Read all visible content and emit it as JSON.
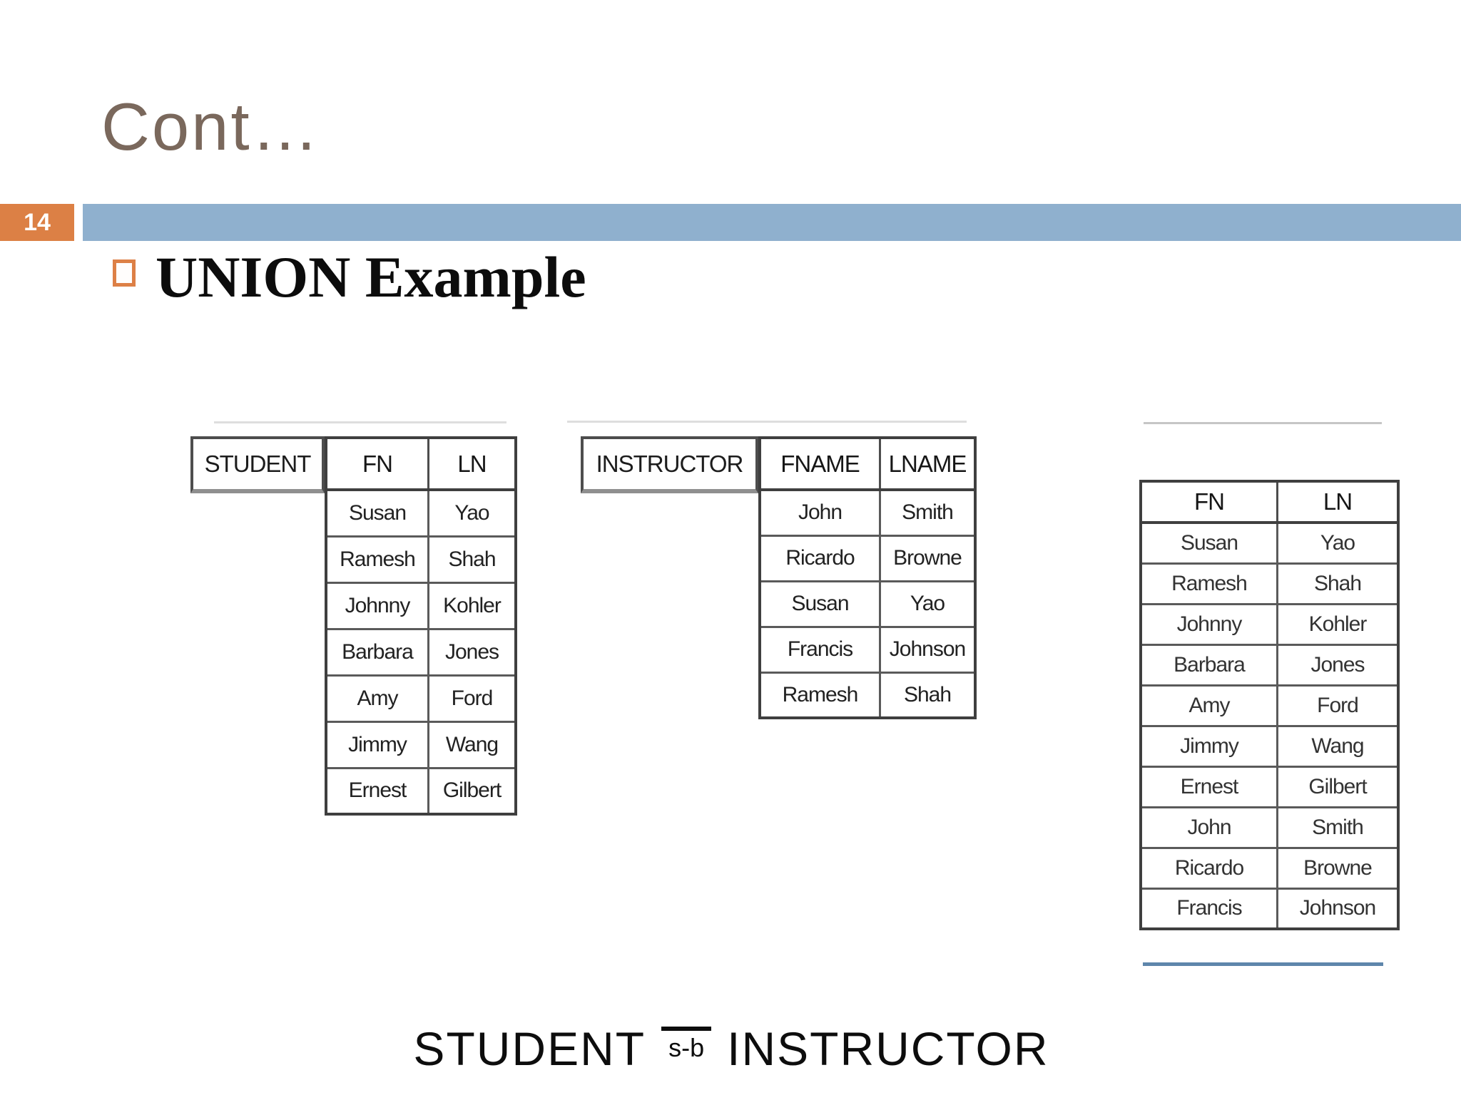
{
  "slide": {
    "title": "Cont…",
    "page_number": "14",
    "bullet_text": "UNION Example",
    "caption": {
      "left": "STUDENT",
      "operator": "s-b",
      "right": "INSTRUCTOR"
    }
  },
  "colors": {
    "accent_orange": "#dc8045",
    "accent_blue": "#8fb0ce",
    "title_brown": "#7a685c",
    "underline_blue": "#5e86ab",
    "table_border_gray": "#4d4d4d"
  },
  "tables": {
    "student": {
      "label": "STUDENT",
      "columns": [
        "FN",
        "LN"
      ],
      "rows": [
        [
          "Susan",
          "Yao"
        ],
        [
          "Ramesh",
          "Shah"
        ],
        [
          "Johnny",
          "Kohler"
        ],
        [
          "Barbara",
          "Jones"
        ],
        [
          "Amy",
          "Ford"
        ],
        [
          "Jimmy",
          "Wang"
        ],
        [
          "Ernest",
          "Gilbert"
        ]
      ]
    },
    "instructor": {
      "label": "INSTRUCTOR",
      "columns": [
        "FNAME",
        "LNAME"
      ],
      "rows": [
        [
          "John",
          "Smith"
        ],
        [
          "Ricardo",
          "Browne"
        ],
        [
          "Susan",
          "Yao"
        ],
        [
          "Francis",
          "Johnson"
        ],
        [
          "Ramesh",
          "Shah"
        ]
      ]
    },
    "result": {
      "label": "",
      "columns": [
        "FN",
        "LN"
      ],
      "rows": [
        [
          "Susan",
          "Yao"
        ],
        [
          "Ramesh",
          "Shah"
        ],
        [
          "Johnny",
          "Kohler"
        ],
        [
          "Barbara",
          "Jones"
        ],
        [
          "Amy",
          "Ford"
        ],
        [
          "Jimmy",
          "Wang"
        ],
        [
          "Ernest",
          "Gilbert"
        ],
        [
          "John",
          "Smith"
        ],
        [
          "Ricardo",
          "Browne"
        ],
        [
          "Francis",
          "Johnson"
        ]
      ]
    }
  }
}
